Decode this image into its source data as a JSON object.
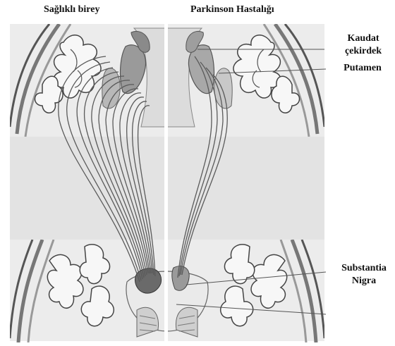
{
  "headers": {
    "left": "Sağlıklı birey",
    "right": "Parkinson Hastalığı"
  },
  "labels": {
    "caudate_line1": "Kaudat",
    "caudate_line2": "çekirdek",
    "putamen": "Putamen",
    "substantia_line1": "Substantia",
    "substantia_line2": "Nigra"
  }
}
